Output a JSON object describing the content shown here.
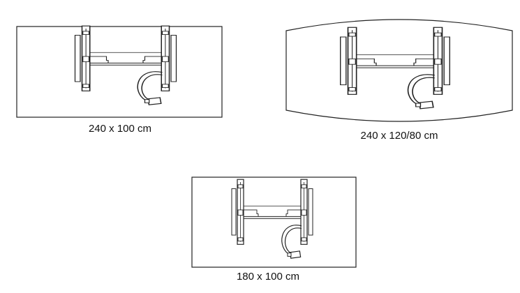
{
  "tables": [
    {
      "id": "rect-240",
      "shape": "rectangle",
      "label": "240 x 100 cm"
    },
    {
      "id": "barrel-240",
      "shape": "barrel",
      "label": "240 x 120/80 cm"
    },
    {
      "id": "rect-180",
      "shape": "rectangle",
      "label": "180 x 100 cm"
    }
  ],
  "colors": {
    "line": "#222222",
    "frame_fill": "#ffffff",
    "paper": "#ffffff"
  }
}
